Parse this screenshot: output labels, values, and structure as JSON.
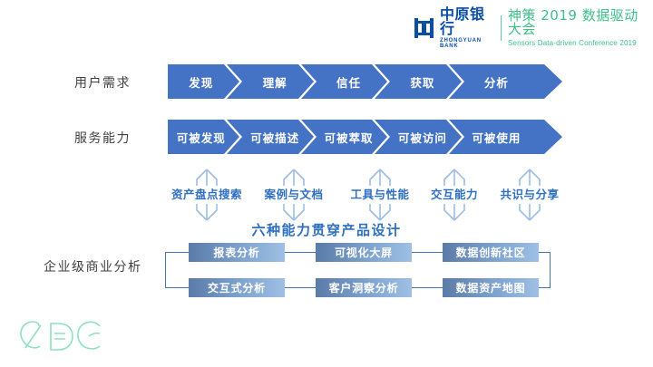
{
  "header": {
    "bank_cn": "中原银行",
    "bank_en": "ZHONGYUAN BANK",
    "bank_logo_icon": "zhongyuan-bank-mark",
    "conf_cn": "神策 2019 数据驱动大会",
    "conf_en": "Sensors Data-driven Conference 2019",
    "divider_color": "#5dc7a0",
    "bank_color": "#0a4ea2",
    "conf_color": "#3cc08a"
  },
  "rows": {
    "need_label": "用户需求",
    "capability_label": "服务能力",
    "business_label": "企业级商业分析"
  },
  "need_stages": [
    {
      "label": "发现"
    },
    {
      "label": "理解"
    },
    {
      "label": "信任"
    },
    {
      "label": "获取"
    },
    {
      "label": "分析"
    }
  ],
  "capability_stages": [
    {
      "label": "可被发现"
    },
    {
      "label": "可被描述"
    },
    {
      "label": "可被萃取"
    },
    {
      "label": "可被访问"
    },
    {
      "label": "可被使用"
    }
  ],
  "capabilities": [
    {
      "label": "资产盘点搜索",
      "arrow_up_icon": "arrow-up-outline",
      "arrow_down_icon": "arrow-down-outline"
    },
    {
      "label": "案例与文档",
      "arrow_up_icon": "arrow-up-outline",
      "arrow_down_icon": "arrow-down-outline"
    },
    {
      "label": "工具与性能",
      "arrow_up_icon": "arrow-up-outline",
      "arrow_down_icon": "arrow-down-outline"
    },
    {
      "label": "交互能力",
      "arrow_up_icon": "arrow-up-outline",
      "arrow_down_icon": "arrow-down-outline"
    },
    {
      "label": "共识与分享",
      "arrow_up_icon": "arrow-up-outline",
      "arrow_down_icon": "arrow-down-outline"
    }
  ],
  "caption": "六种能力贯穿产品设计",
  "analysis_grid": {
    "row_top": [
      {
        "label": "报表分析"
      },
      {
        "label": "可视化大屏"
      },
      {
        "label": "数据创新社区"
      }
    ],
    "row_bottom": [
      {
        "label": "交互式分析"
      },
      {
        "label": "客户洞察分析"
      },
      {
        "label": "数据资产地图"
      }
    ]
  },
  "watermark": {
    "logo_icon": "sdc-logo",
    "text": "SDC",
    "color": "#8fe0bd"
  },
  "palette": {
    "chevron_blue": "#4472c4",
    "capability_text": "#2f6fc0",
    "box_gradient_from": "#5b7ba8",
    "box_gradient_to": "#9fc0e4",
    "wire_blue": "#3f77b5",
    "label_gray": "#3f3f3f"
  }
}
